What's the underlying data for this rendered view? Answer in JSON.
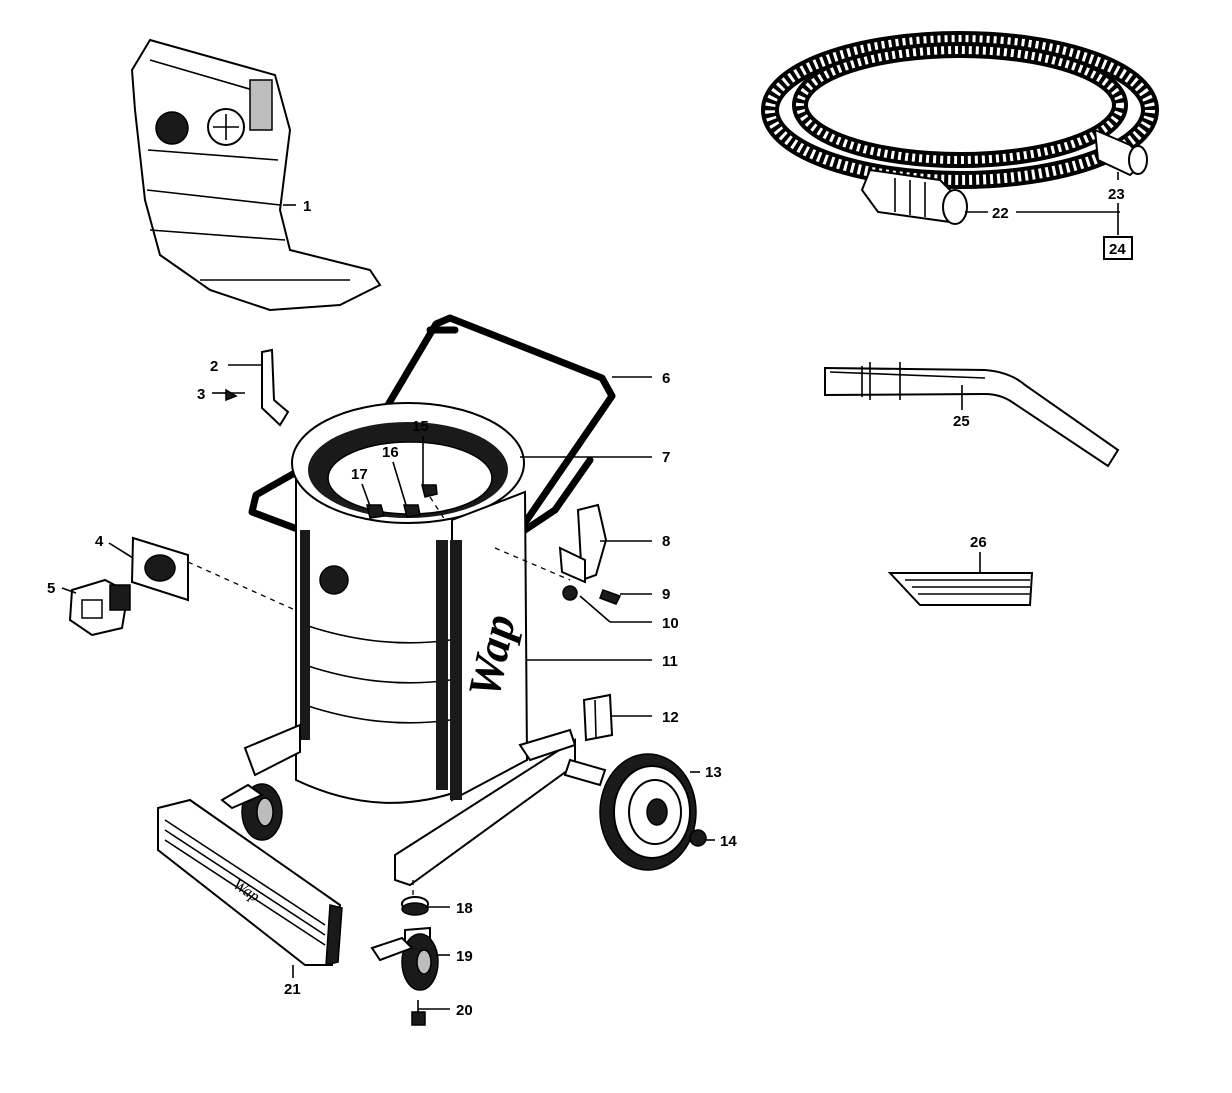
{
  "colors": {
    "ink": "#000000",
    "background": "#ffffff"
  },
  "parts": [
    {
      "id": "p1",
      "number": "1"
    },
    {
      "id": "p2",
      "number": "2"
    },
    {
      "id": "p3",
      "number": "3"
    },
    {
      "id": "p4",
      "number": "4"
    },
    {
      "id": "p5",
      "number": "5"
    },
    {
      "id": "p6",
      "number": "6"
    },
    {
      "id": "p7",
      "number": "7"
    },
    {
      "id": "p8",
      "number": "8"
    },
    {
      "id": "p9",
      "number": "9"
    },
    {
      "id": "p10",
      "number": "10"
    },
    {
      "id": "p11",
      "number": "11"
    },
    {
      "id": "p12",
      "number": "12"
    },
    {
      "id": "p13",
      "number": "13"
    },
    {
      "id": "p14",
      "number": "14"
    },
    {
      "id": "p15",
      "number": "15"
    },
    {
      "id": "p16",
      "number": "16"
    },
    {
      "id": "p17",
      "number": "17"
    },
    {
      "id": "p18",
      "number": "18"
    },
    {
      "id": "p19",
      "number": "19"
    },
    {
      "id": "p20",
      "number": "20"
    },
    {
      "id": "p21",
      "number": "21"
    },
    {
      "id": "p22",
      "number": "22"
    },
    {
      "id": "p23",
      "number": "23"
    },
    {
      "id": "p24",
      "number": "24"
    },
    {
      "id": "p25",
      "number": "25"
    },
    {
      "id": "p26",
      "number": "26"
    }
  ],
  "logos": {
    "drum_brand": "Wap",
    "bumper_brand": "Wap"
  }
}
